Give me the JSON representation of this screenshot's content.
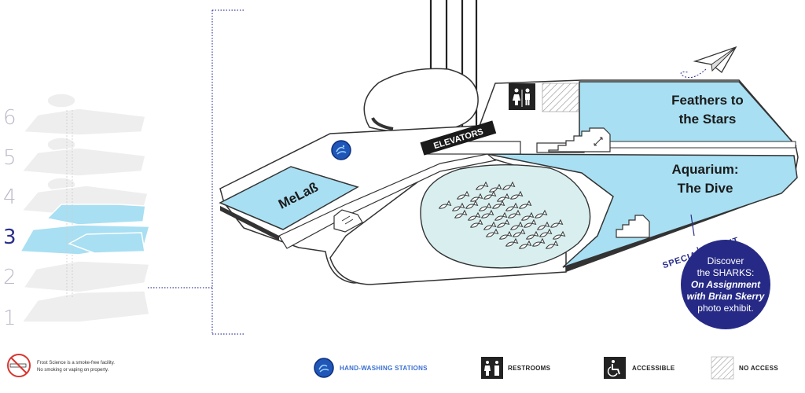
{
  "floor_selector": {
    "floors": [
      {
        "number": "6",
        "active": false
      },
      {
        "number": "5",
        "active": false
      },
      {
        "number": "4",
        "active": false
      },
      {
        "number": "3",
        "active": true
      },
      {
        "number": "2",
        "active": false
      },
      {
        "number": "1",
        "active": false
      }
    ]
  },
  "map": {
    "labels": {
      "melab": "MeLaß",
      "elevators": "ELEVATORS",
      "feathers_line1": "Feathers to",
      "feathers_line2": "the Stars",
      "aquarium_line1": "Aquarium:",
      "aquarium_line2": "The Dive",
      "special": "SPECIAL",
      "exhibit": "EXHIBIT"
    },
    "promo": {
      "line1": "Discover",
      "line2": "the SHARKS:",
      "line3": "On Assignment",
      "line4": "with Brian Skerry",
      "line5": "photo exhibit."
    }
  },
  "legend": {
    "smoke_line1": "Frost Science is a smoke-free facility.",
    "smoke_line2": "No smoking or vaping on property.",
    "hand_washing": "HAND-WASHING STATIONS",
    "restrooms": "RESTROOMS",
    "accessible": "ACCESSIBLE",
    "no_access": "NO ACCESS"
  },
  "colors": {
    "highlight": "#a8dff2",
    "accent": "#262a86",
    "icon_blue": "#1f56b8",
    "floor_gray": "#eeeeee",
    "outline": "#333333"
  },
  "icons": [
    "no-smoking-icon",
    "hand-washing-icon",
    "restroom-icon",
    "accessible-icon",
    "no-access-icon",
    "paper-plane-icon",
    "stairs-icon",
    "fish-icon"
  ]
}
